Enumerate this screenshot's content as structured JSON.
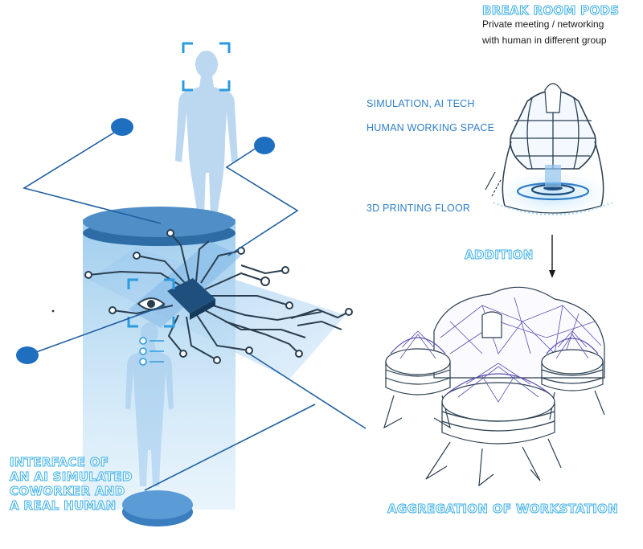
{
  "labels": {
    "break_room_title": "BREAK ROOM PODS",
    "break_room_line1": "Private meeting / networking",
    "break_room_line2": "with human in different group",
    "simulation": "SIMULATION, AI TECH",
    "human_space": "HUMAN WORKING SPACE",
    "printing_floor": "3D PRINTING FLOOR",
    "addition": "ADDITION",
    "interface_line1": "INTERFACE OF",
    "interface_line2": "AN AI SIMULATED",
    "interface_line3": "COWORKER AND",
    "interface_line4": "A REAL HUMAN",
    "aggregation": "AGGREGATION OF WORKSTATION"
  },
  "colors": {
    "accent_blue": "#2f7fc7",
    "node_blue": "#1f6fc1",
    "light_blue": "#a9d4f2",
    "outline_text": "#3aaee6",
    "circuit_dark": "#2a3e4f",
    "wireframe_purple": "#5a4fb0"
  },
  "icons": [
    "eye-icon",
    "face-scan-frame-icon",
    "chest-scan-frame-icon",
    "list-toggle-icon",
    "arrow-down-icon"
  ]
}
